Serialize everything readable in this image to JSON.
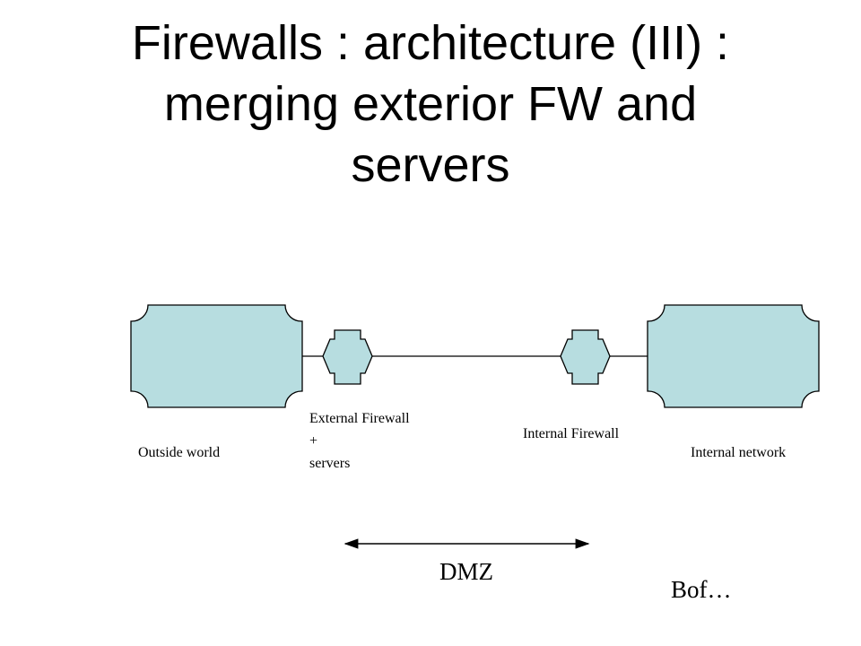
{
  "title": {
    "line1": "Firewalls : architecture (III) :",
    "line2": "merging exterior FW and",
    "line3": "servers"
  },
  "nodes": {
    "outside_world": "Outside world",
    "external_firewall": {
      "line1": "External Firewall",
      "line2": "+",
      "line3": "servers"
    },
    "internal_firewall": "Internal Firewall",
    "internal_network": "Internal network"
  },
  "zone": {
    "label": "DMZ"
  },
  "comment": "Bof…",
  "colors": {
    "fill": "#b7dde0",
    "stroke": "#000000"
  }
}
